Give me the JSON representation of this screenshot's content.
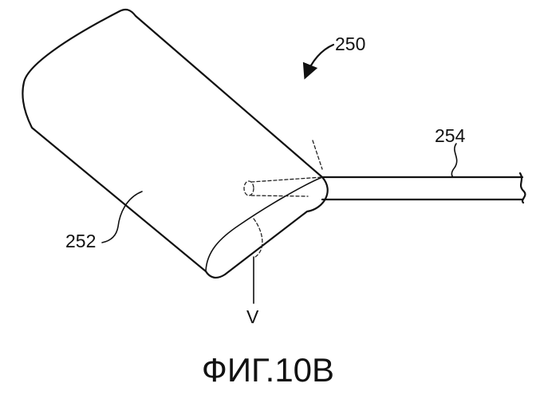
{
  "labels": {
    "device": "250",
    "body": "252",
    "wire": "254",
    "section": "V"
  },
  "caption": "ФИГ.10В"
}
